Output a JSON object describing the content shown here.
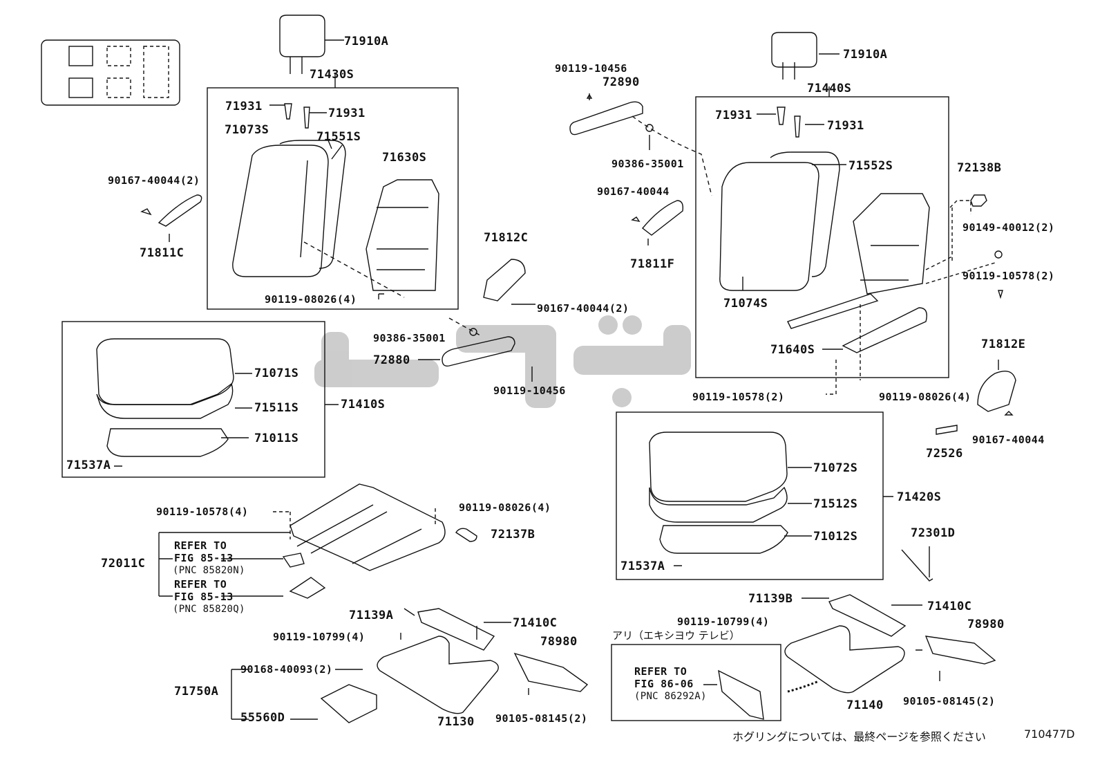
{
  "diagram_code": "710477D",
  "footer_note": "ホグリングについては、最終ページを参照ください",
  "watermark": "کیوپارت",
  "labels": {
    "l71910A_1": "71910A",
    "l71430S": "71430S",
    "l71931_a": "71931",
    "l71931_b": "71931",
    "l71073S": "71073S",
    "l71551S": "71551S",
    "l71630S": "71630S",
    "l90167_40044_2a": "90167-40044(2)",
    "l71811C": "71811C",
    "l90119_08026_4a": "90119-08026(4)",
    "l71812C": "71812C",
    "l90167_40044_2b": "90167-40044(2)",
    "l90386_35001a": "90386-35001",
    "l72880": "72880",
    "l90119_10456a": "90119-10456",
    "l71071S": "71071S",
    "l71511S": "71511S",
    "l71011S": "71011S",
    "l71410S": "71410S",
    "l71537A_a": "71537A",
    "l90119_10578_4": "90119-10578(4)",
    "l90119_08026_4b": "90119-08026(4)",
    "l72137B": "72137B",
    "l72011C": "72011C",
    "refer1_a": "REFER TO",
    "refer1_b": "FIG 85-13",
    "refer1_c": "(PNC 85820N)",
    "refer2_a": "REFER TO",
    "refer2_b": "FIG 85-13",
    "refer2_c": "(PNC 85820Q)",
    "l71139A": "71139A",
    "l71410C_a": "71410C",
    "l90119_10799_4a": "90119-10799(4)",
    "l78980_a": "78980",
    "l90168_40093_2": "90168-40093(2)",
    "l71750A": "71750A",
    "l55560D": "55560D",
    "l71130": "71130",
    "l90105_08145_2a": "90105-08145(2)",
    "l90119_10456b": "90119-10456",
    "l72890": "72890",
    "l90386_35001b": "90386-35001",
    "l90167_40044c": "90167-40044",
    "l71811F": "71811F",
    "l71910A_2": "71910A",
    "l71440S": "71440S",
    "l71931_c": "71931",
    "l71931_d": "71931",
    "l71552S": "71552S",
    "l72138B": "72138B",
    "l90149_40012_2": "90149-40012(2)",
    "l90119_10578_2a": "90119-10578(2)",
    "l71074S": "71074S",
    "l71640S": "71640S",
    "l90119_10578_2b": "90119-10578(2)",
    "l90119_08026_4c": "90119-08026(4)",
    "l71812E": "71812E",
    "l72526": "72526",
    "l90167_40044d": "90167-40044",
    "l71072S": "71072S",
    "l71512S": "71512S",
    "l71012S": "71012S",
    "l71420S": "71420S",
    "l71537A_b": "71537A",
    "l72301D": "72301D",
    "l71139B": "71139B",
    "l71410C_b": "71410C",
    "l90119_10799_4b": "90119-10799(4)",
    "l78980_b": "78980",
    "option_jp": "アリ（エキシヨウ テレビ）",
    "refer3_a": "REFER TO",
    "refer3_b": "FIG 86-06",
    "refer3_c": "(PNC 86292A)",
    "l71140": "71140",
    "l90105_08145_2b": "90105-08145(2)"
  }
}
